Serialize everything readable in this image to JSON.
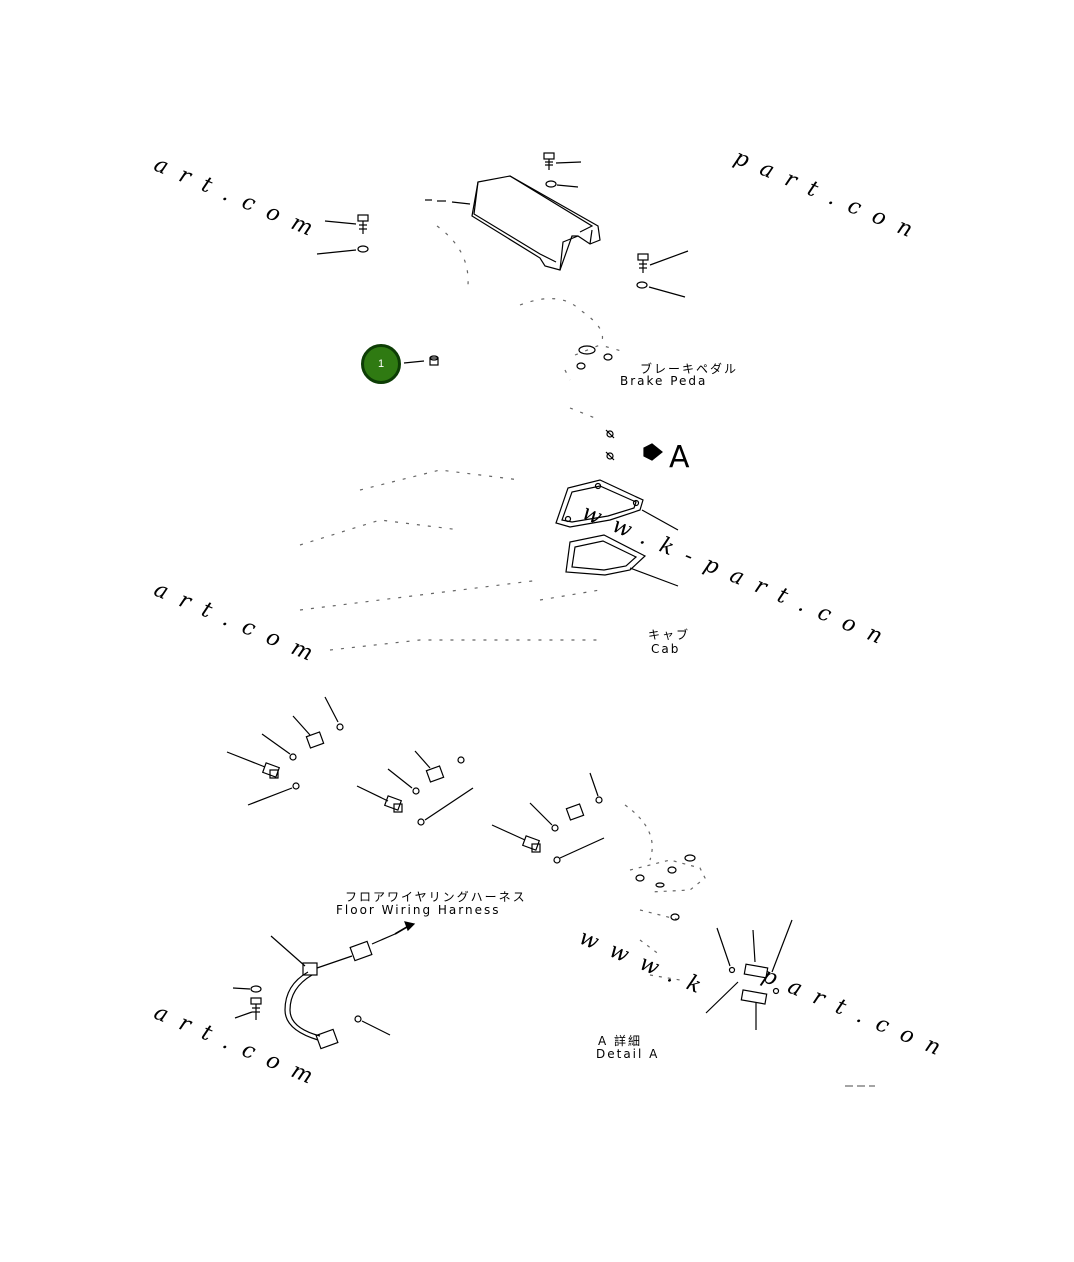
{
  "callout": {
    "number": "1",
    "color": "#2f7a12"
  },
  "labels": {
    "brake_pedal_jp": "ブレーキペダル",
    "brake_pedal_en": "Brake Peda",
    "view_a": "A",
    "cab_jp": "キャブ",
    "cab_en": "Cab",
    "harness_jp": "フロアワイヤリングハーネス",
    "harness_en": "Floor Wiring Harness",
    "detail_jp": "A 詳細",
    "detail_en": "Detail A"
  },
  "watermarks": {
    "art_com": "art.com",
    "part_con": "part.con",
    "www_k_part": "ww.k-part.con",
    "www_k": "www.k"
  }
}
